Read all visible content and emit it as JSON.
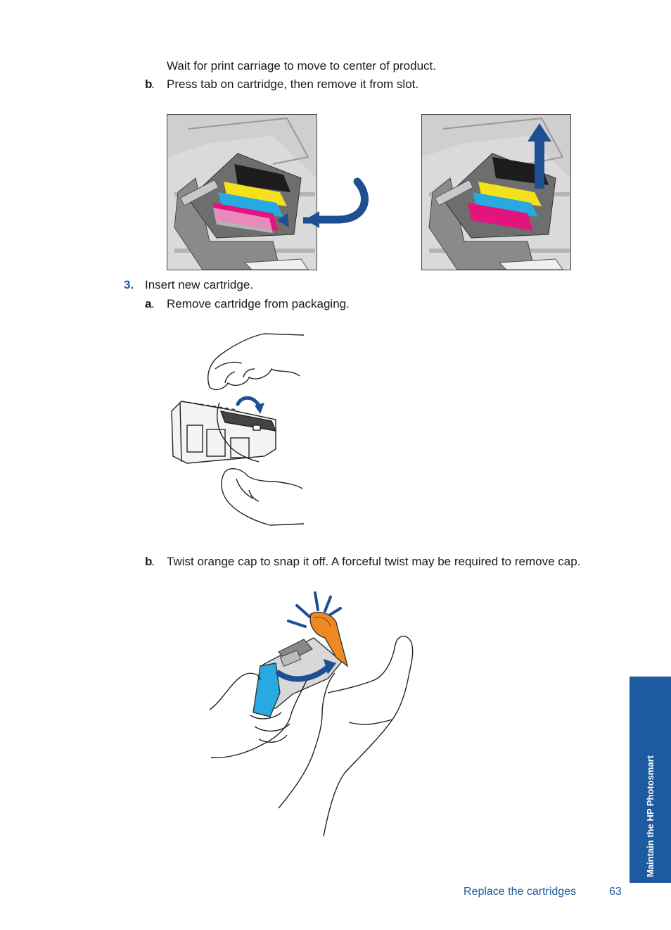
{
  "steps": {
    "intro_line": "Wait for print carriage to move to center of product.",
    "step2b": {
      "letter": "b",
      "text": "Press tab on cartridge, then remove it from slot."
    },
    "step3": {
      "number": "3.",
      "text": "Insert new cartridge."
    },
    "step3a": {
      "letter": "a",
      "text": "Remove cartridge from packaging."
    },
    "step3b": {
      "letter": "b",
      "text": "Twist orange cap to snap it off. A forceful twist may be required to remove cap."
    }
  },
  "side_tab": {
    "label": "Maintain the HP Photosmart"
  },
  "footer": {
    "section": "Replace the cartridges",
    "page": "63"
  },
  "colors": {
    "accent": "#1e5aa0",
    "black_ink": "#1c1c1c",
    "yellow_ink": "#f4e11c",
    "cyan_ink": "#27a9e1",
    "magenta_ink": "#e3147e",
    "orange_cap": "#ef8a23"
  },
  "icons": [
    "arrow-curved-icon",
    "arrow-up-icon",
    "twist-arrow-icon",
    "snap-burst-icon"
  ]
}
